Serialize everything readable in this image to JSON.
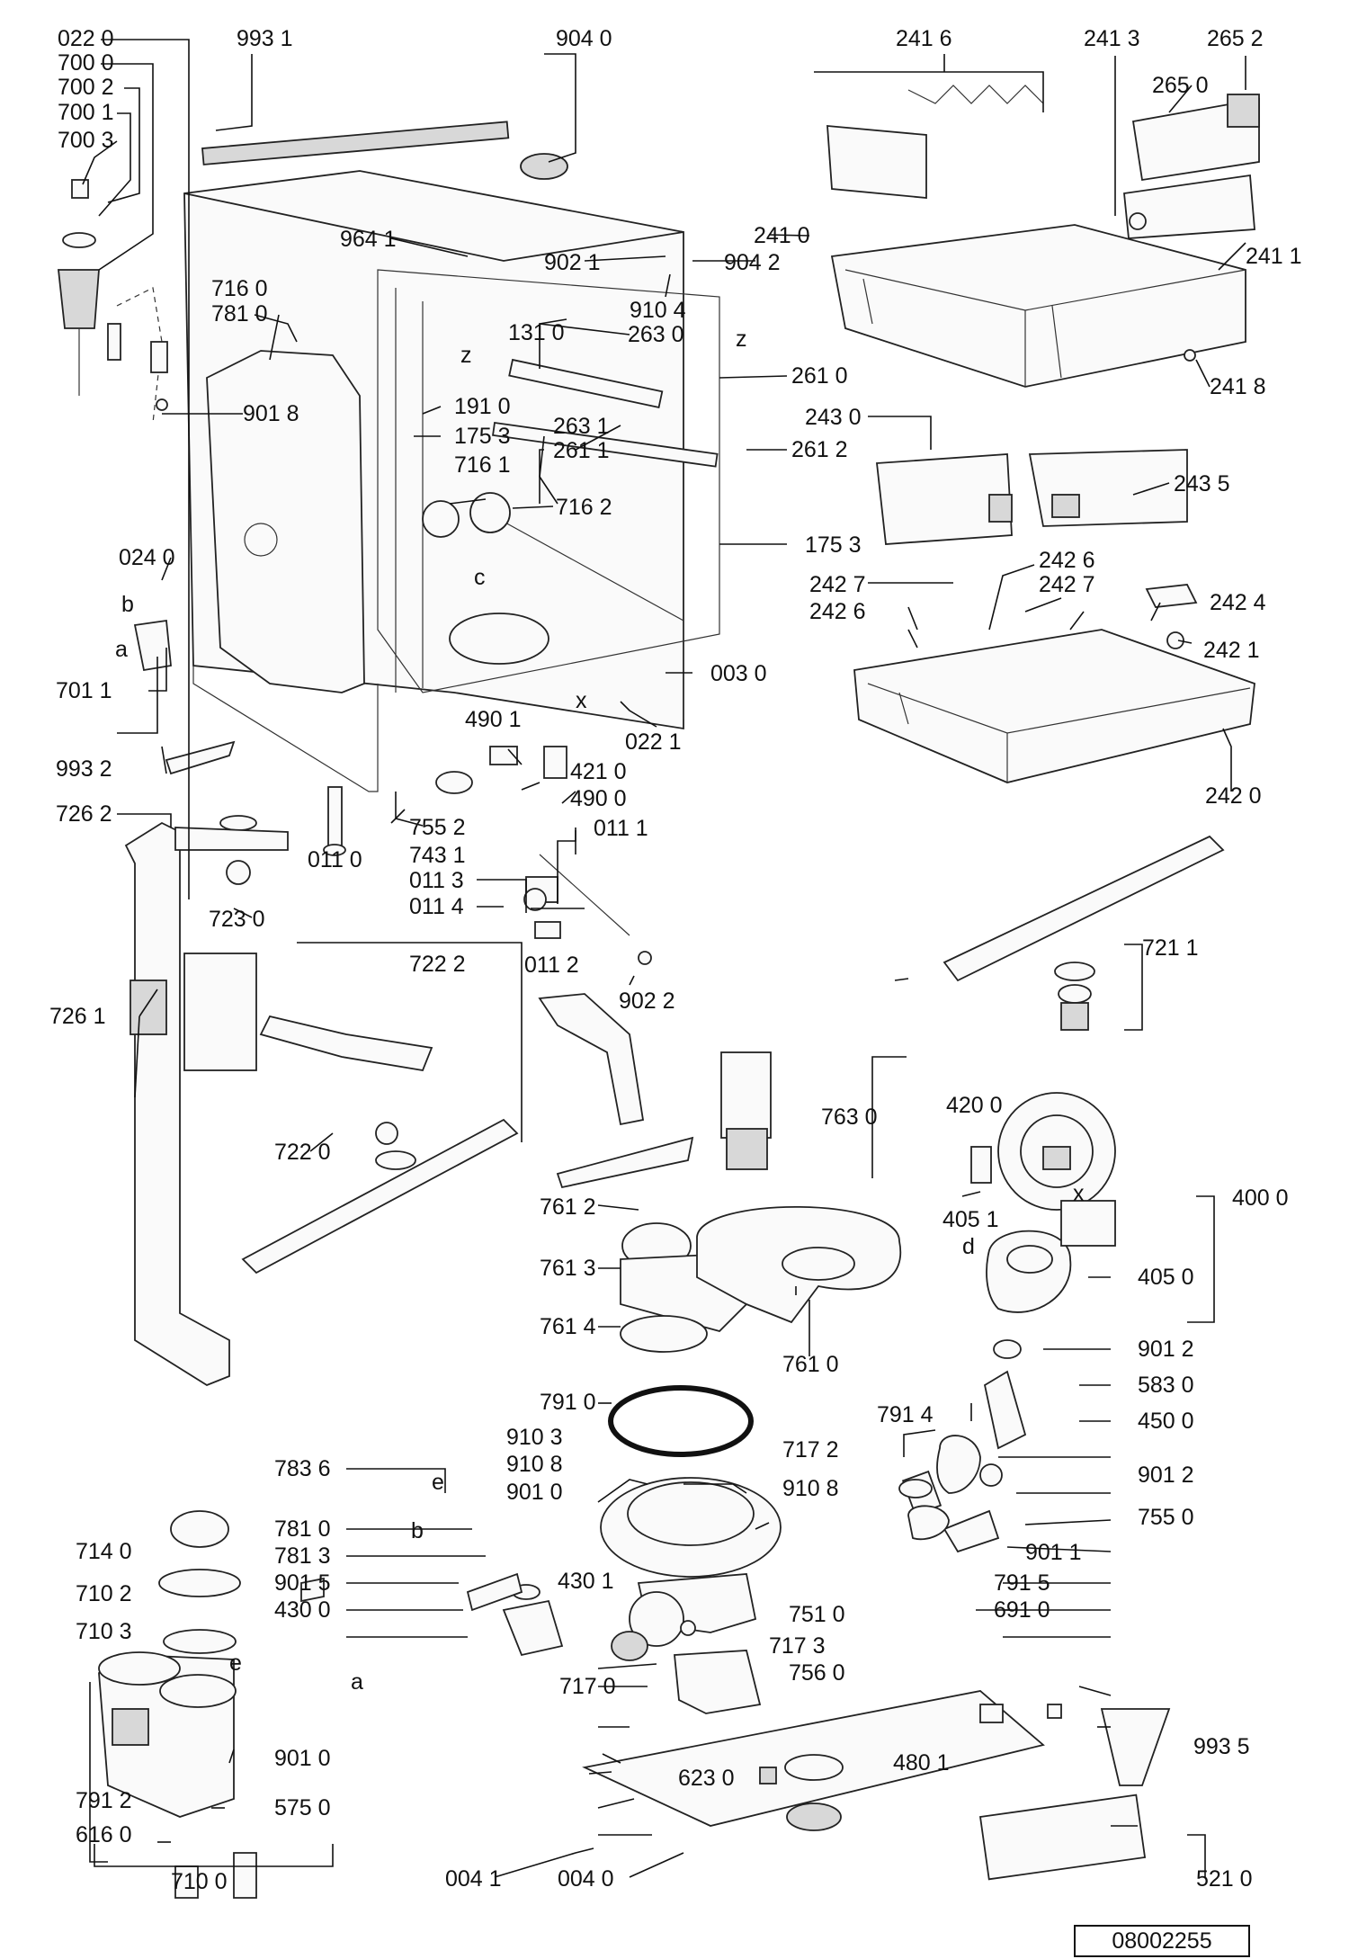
{
  "drawing_number": "08002255",
  "labels": [
    {
      "id": "l0220",
      "text": "022 0"
    },
    {
      "id": "l7000",
      "text": "700 0"
    },
    {
      "id": "l7002",
      "text": "700 2"
    },
    {
      "id": "l7001",
      "text": "700 1"
    },
    {
      "id": "l7003",
      "text": "700 3"
    },
    {
      "id": "l9931",
      "text": "993 1"
    },
    {
      "id": "l9040",
      "text": "904 0"
    },
    {
      "id": "l2416",
      "text": "241 6"
    },
    {
      "id": "l2413",
      "text": "241 3"
    },
    {
      "id": "l2652",
      "text": "265 2"
    },
    {
      "id": "l2650",
      "text": "265 0"
    },
    {
      "id": "l9641",
      "text": "964 1"
    },
    {
      "id": "l9021",
      "text": "902 1"
    },
    {
      "id": "l9042",
      "text": "904 2"
    },
    {
      "id": "l2410",
      "text": "241 0"
    },
    {
      "id": "l2411",
      "text": "241 1"
    },
    {
      "id": "l7160",
      "text": "716 0"
    },
    {
      "id": "l7810a",
      "text": "781 0"
    },
    {
      "id": "l9104",
      "text": "910 4"
    },
    {
      "id": "l1310",
      "text": "131 0"
    },
    {
      "id": "l2630",
      "text": "263 0"
    },
    {
      "id": "l2418",
      "text": "241 8"
    },
    {
      "id": "l2610",
      "text": "261 0"
    },
    {
      "id": "l9018",
      "text": "901 8"
    },
    {
      "id": "l1910",
      "text": "191 0"
    },
    {
      "id": "l2631",
      "text": "263 1"
    },
    {
      "id": "l1753a",
      "text": "175 3"
    },
    {
      "id": "l2611",
      "text": "261 1"
    },
    {
      "id": "l2612",
      "text": "261 2"
    },
    {
      "id": "l2430",
      "text": "243 0"
    },
    {
      "id": "l7161",
      "text": "716 1"
    },
    {
      "id": "l7162",
      "text": "716 2"
    },
    {
      "id": "l2435",
      "text": "243 5"
    },
    {
      "id": "l1753b",
      "text": "175 3"
    },
    {
      "id": "l0240",
      "text": "024 0"
    },
    {
      "id": "l2426a",
      "text": "242 6"
    },
    {
      "id": "l2427a",
      "text": "242 7"
    },
    {
      "id": "l2427b",
      "text": "242 7"
    },
    {
      "id": "l2426b",
      "text": "242 6"
    },
    {
      "id": "l2424",
      "text": "242 4"
    },
    {
      "id": "l2421",
      "text": "242 1"
    },
    {
      "id": "l7011",
      "text": "701 1"
    },
    {
      "id": "l0030",
      "text": "003 0"
    },
    {
      "id": "l0221",
      "text": "022 1"
    },
    {
      "id": "l4901",
      "text": "490 1"
    },
    {
      "id": "l4210",
      "text": "421 0"
    },
    {
      "id": "l9932",
      "text": "993 2"
    },
    {
      "id": "l4900",
      "text": "490 0"
    },
    {
      "id": "l2420",
      "text": "242 0"
    },
    {
      "id": "l7262",
      "text": "726 2"
    },
    {
      "id": "l7552",
      "text": "755 2"
    },
    {
      "id": "l0111",
      "text": "011 1"
    },
    {
      "id": "l0110",
      "text": "011 0"
    },
    {
      "id": "l7431",
      "text": "743 1"
    },
    {
      "id": "l0113",
      "text": "011 3"
    },
    {
      "id": "l0114",
      "text": "011 4"
    },
    {
      "id": "l7230",
      "text": "723 0"
    },
    {
      "id": "l0112",
      "text": "011 2"
    },
    {
      "id": "l7222",
      "text": "722 2"
    },
    {
      "id": "l9022",
      "text": "902 2"
    },
    {
      "id": "l7211",
      "text": "721 1"
    },
    {
      "id": "l7261",
      "text": "726 1"
    },
    {
      "id": "l7630",
      "text": "763 0"
    },
    {
      "id": "l4200",
      "text": "420 0"
    },
    {
      "id": "l7220",
      "text": "722 0"
    },
    {
      "id": "l4000",
      "text": "400 0"
    },
    {
      "id": "l7612",
      "text": "761 2"
    },
    {
      "id": "l4051",
      "text": "405 1"
    },
    {
      "id": "l7613",
      "text": "761 3"
    },
    {
      "id": "l4050",
      "text": "405 0"
    },
    {
      "id": "l7614",
      "text": "761 4"
    },
    {
      "id": "l7610",
      "text": "761 0"
    },
    {
      "id": "l9012a",
      "text": "901 2"
    },
    {
      "id": "l7910",
      "text": "791 0"
    },
    {
      "id": "l5830",
      "text": "583 0"
    },
    {
      "id": "l7914",
      "text": "791 4"
    },
    {
      "id": "l4500",
      "text": "450 0"
    },
    {
      "id": "l9103",
      "text": "910 3"
    },
    {
      "id": "l7172",
      "text": "717 2"
    },
    {
      "id": "l7836",
      "text": "783 6"
    },
    {
      "id": "l9108a",
      "text": "910 8"
    },
    {
      "id": "l9108b",
      "text": "910 8"
    },
    {
      "id": "l9012b",
      "text": "901 2"
    },
    {
      "id": "l9010a",
      "text": "901 0"
    },
    {
      "id": "l7550",
      "text": "755 0"
    },
    {
      "id": "l7140",
      "text": "714 0"
    },
    {
      "id": "l7810b",
      "text": "781 0"
    },
    {
      "id": "l9011",
      "text": "901 1"
    },
    {
      "id": "l7813",
      "text": "781 3"
    },
    {
      "id": "l7102",
      "text": "710 2"
    },
    {
      "id": "l9015",
      "text": "901 5"
    },
    {
      "id": "l4301",
      "text": "430 1"
    },
    {
      "id": "l7915",
      "text": "791 5"
    },
    {
      "id": "l4300",
      "text": "430 0"
    },
    {
      "id": "l7510",
      "text": "751 0"
    },
    {
      "id": "l6910",
      "text": "691 0"
    },
    {
      "id": "l7103",
      "text": "710 3"
    },
    {
      "id": "l7173",
      "text": "717 3"
    },
    {
      "id": "l7560",
      "text": "756 0"
    },
    {
      "id": "l7170",
      "text": "717 0"
    },
    {
      "id": "l9010b",
      "text": "901 0"
    },
    {
      "id": "l4801",
      "text": "480 1"
    },
    {
      "id": "l9935",
      "text": "993 5"
    },
    {
      "id": "l6230",
      "text": "623 0"
    },
    {
      "id": "l7912",
      "text": "791 2"
    },
    {
      "id": "l5750",
      "text": "575 0"
    },
    {
      "id": "l6160",
      "text": "616 0"
    },
    {
      "id": "l0041",
      "text": "004 1"
    },
    {
      "id": "l0040",
      "text": "004 0"
    },
    {
      "id": "l5210",
      "text": "521 0"
    },
    {
      "id": "l7100",
      "text": "710 0"
    }
  ],
  "letters": [
    {
      "id": "ma1",
      "text": "a"
    },
    {
      "id": "mb1",
      "text": "b"
    },
    {
      "id": "mc",
      "text": "c"
    },
    {
      "id": "mx1",
      "text": "x"
    },
    {
      "id": "mz1",
      "text": "z"
    },
    {
      "id": "mz2",
      "text": "z"
    },
    {
      "id": "md",
      "text": "d"
    },
    {
      "id": "mx2",
      "text": "x"
    },
    {
      "id": "me1",
      "text": "e"
    },
    {
      "id": "mb2",
      "text": "b"
    },
    {
      "id": "me2",
      "text": "e"
    },
    {
      "id": "ma2",
      "text": "a"
    }
  ]
}
